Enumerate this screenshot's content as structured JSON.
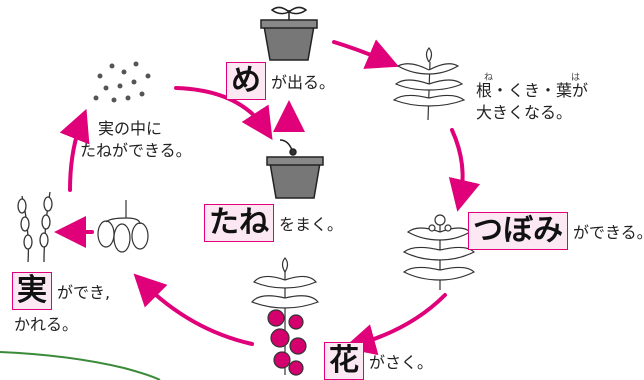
{
  "colors": {
    "arrow": "#e0007a",
    "key_border": "#e0007a",
    "key_fill": "#fce8f2",
    "flower": "#d4006e",
    "plant": "#333333"
  },
  "stages": {
    "sprout": {
      "key": "め",
      "suffix": "が出る。"
    },
    "leaves": {
      "ruby_ne": "ね",
      "ruby_ha": "は",
      "line1": "根・くき・葉が",
      "line2": "大きくなる。"
    },
    "bud": {
      "key": "つぼみ",
      "suffix": "ができる。"
    },
    "flower": {
      "key": "花",
      "suffix": "がさく。"
    },
    "fruit": {
      "key": "実",
      "suffix": "ができ,",
      "line2": "かれる。"
    },
    "seeds": {
      "line1": "実の中に",
      "line2": "たねができる。"
    },
    "sow": {
      "key": "たね",
      "suffix": "をまく。"
    }
  }
}
